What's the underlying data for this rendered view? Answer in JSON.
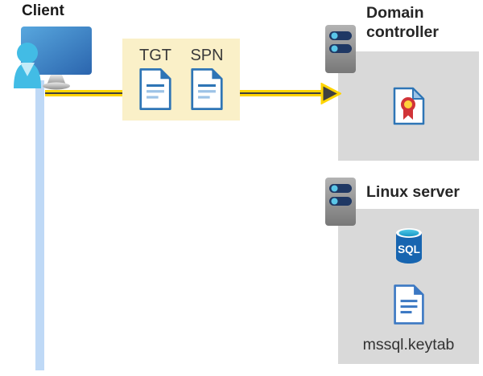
{
  "client": {
    "label": "Client"
  },
  "ticket_box": {
    "tgt_label": "TGT",
    "spn_label": "SPN"
  },
  "domain_controller": {
    "label": "Domain controller"
  },
  "linux_server": {
    "label": "Linux server",
    "sql_label": "SQL",
    "keytab_label": "mssql.keytab"
  },
  "icons": {
    "client": "person-at-computer-icon",
    "tickets": [
      "tgt-document-icon",
      "spn-document-icon"
    ],
    "domain_controller": [
      "server-icon",
      "certificate-icon"
    ],
    "linux_server": [
      "server-icon",
      "sql-database-icon",
      "keytab-document-icon"
    ],
    "flow": "yellow-right-arrow"
  },
  "colors": {
    "highlight_box": "#FAF0C8",
    "zone_box": "#D9D9D9",
    "arrow_yellow": "#FFD400",
    "arrow_dark": "#404040",
    "client_timeline": "#BFD9F6",
    "doc_border_blue": "#2E75B6",
    "doc_line_light_blue": "#9DC3E6",
    "server_bar_navy": "#1F3864",
    "server_dot_cyan": "#5BC6E8",
    "sql_body_blue": "#1765B0",
    "sql_top_cyan": "#4EC9E8",
    "cert_ribbon_red": "#D13438",
    "cert_seal_yellow": "#FFD23B",
    "monitor_blue": "#3C82C6",
    "person_cyan": "#42BCE5",
    "label_dark": "#262626"
  }
}
